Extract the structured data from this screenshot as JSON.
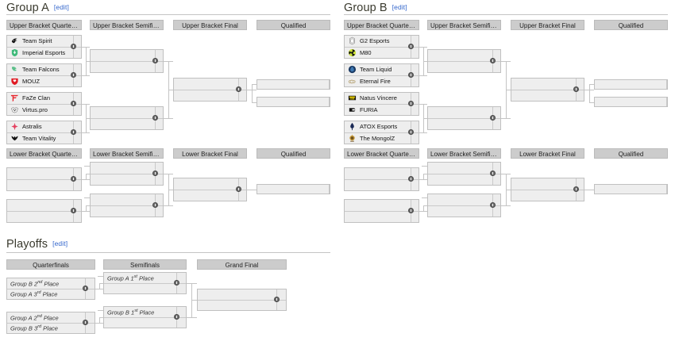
{
  "sections": [
    {
      "id": "group-a",
      "title": "Group A",
      "edit_label": "[edit]"
    },
    {
      "id": "group-b",
      "title": "Group B",
      "edit_label": "[edit]"
    },
    {
      "id": "playoffs",
      "title": "Playoffs",
      "edit_label": "[edit]"
    }
  ],
  "round_headers": {
    "ub_quarterfinals": "Upper Bracket Quarterfi...",
    "ub_semifinals": "Upper Bracket Semifinals",
    "ub_final": "Upper Bracket Final",
    "qualified": "Qualified",
    "lb_quarterfinals": "Lower Bracket Quarterfi...",
    "lb_semifinal": "Lower Bracket Semifinal",
    "lb_final": "Lower Bracket Final",
    "po_quarterfinals": "Quarterfinals",
    "po_semifinals": "Semifinals",
    "po_grand_final": "Grand Final"
  },
  "group_a": {
    "upper_quarterfinals": [
      {
        "top": "Team Spirit",
        "top_logo": "team-spirit",
        "bottom": "Imperial Esports",
        "bottom_logo": "imperial-esports"
      },
      {
        "top": "Team Falcons",
        "top_logo": "team-falcons",
        "bottom": "MOUZ",
        "bottom_logo": "mouz"
      },
      {
        "top": "FaZe Clan",
        "top_logo": "faze-clan",
        "bottom": "Virtus.pro",
        "bottom_logo": "virtus-pro"
      },
      {
        "top": "Astralis",
        "top_logo": "astralis",
        "bottom": "Team Vitality",
        "bottom_logo": "team-vitality"
      }
    ]
  },
  "group_b": {
    "upper_quarterfinals": [
      {
        "top": "G2 Esports",
        "top_logo": "g2-esports",
        "bottom": "M80",
        "bottom_logo": "m80"
      },
      {
        "top": "Team Liquid",
        "top_logo": "team-liquid",
        "bottom": "Eternal Fire",
        "bottom_logo": "eternal-fire"
      },
      {
        "top": "Natus Vincere",
        "top_logo": "natus-vincere",
        "bottom": "FURIA",
        "bottom_logo": "furia"
      },
      {
        "top": "ATOX Esports",
        "top_logo": "atox-esports",
        "bottom": "The MongolZ",
        "bottom_logo": "the-mongolz"
      }
    ]
  },
  "playoffs": {
    "quarterfinals": [
      {
        "top": "Group B 2nd Place",
        "top_sup": "nd",
        "top_pre": "Group B 2",
        "top_post": " Place",
        "bottom": "Group A 3rd Place",
        "bottom_sup": "rd",
        "bottom_pre": "Group A 3",
        "bottom_post": " Place"
      },
      {
        "top": "Group A 2nd Place",
        "top_sup": "nd",
        "top_pre": "Group A 2",
        "top_post": " Place",
        "bottom": "Group B 3rd Place",
        "bottom_sup": "rd",
        "bottom_pre": "Group B 3",
        "bottom_post": " Place"
      }
    ],
    "semifinals": [
      {
        "top_pre": "Group A 1",
        "top_sup": "st",
        "top_post": " Place",
        "bottom": ""
      },
      {
        "top_pre": "Group B 1",
        "top_sup": "st",
        "top_post": " Place",
        "bottom": ""
      }
    ],
    "grand_final": {
      "top": "",
      "bottom": ""
    }
  },
  "colors": {
    "header_bg": "#cccccc",
    "match_bg": "#eeeeee",
    "border": "#c0c0c0",
    "line": "#c4c4c4",
    "link": "#3366cc",
    "heading": "#3b3b2f"
  }
}
